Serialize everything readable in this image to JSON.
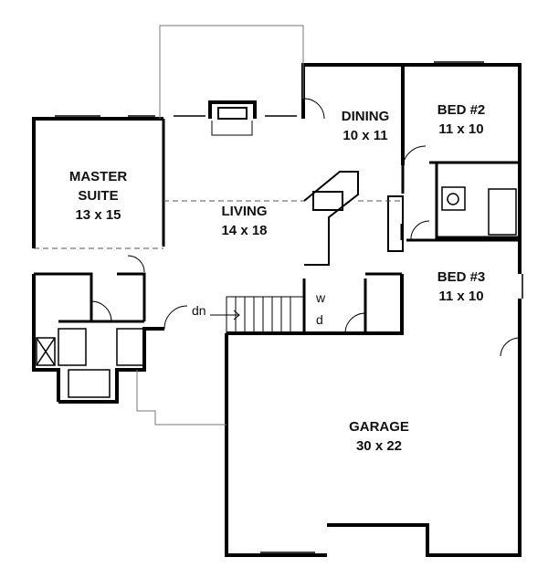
{
  "rooms": {
    "dining": {
      "name": "DINING",
      "size": "10 x 11"
    },
    "bed2": {
      "name": "BED #2",
      "size": "11 x 10"
    },
    "master": {
      "name_line1": "MASTER",
      "name_line2": "SUITE",
      "size": "13 x 15"
    },
    "living": {
      "name": "LIVING",
      "size": "14 x 18"
    },
    "bed3": {
      "name": "BED #3",
      "size": "11 x 10"
    },
    "garage": {
      "name": "GARAGE",
      "size": "30 x 22"
    }
  },
  "annotations": {
    "stairs": "dn",
    "washer": "w",
    "dryer": "d"
  }
}
